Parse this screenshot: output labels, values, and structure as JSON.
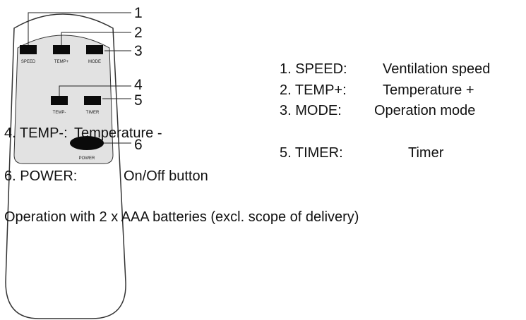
{
  "remote": {
    "buttons": [
      {
        "id": "speed",
        "label": "SPEED"
      },
      {
        "id": "temp_plus",
        "label": "TEMP+"
      },
      {
        "id": "mode",
        "label": "MODE"
      },
      {
        "id": "temp_minus",
        "label": "TEMP-"
      },
      {
        "id": "timer",
        "label": "TIMER"
      },
      {
        "id": "power",
        "label": "POWER"
      }
    ]
  },
  "callouts": [
    "1",
    "2",
    "3",
    "4",
    "5",
    "6"
  ],
  "legend": {
    "item1": {
      "key": "1. SPEED:",
      "desc": "Ventilation speed"
    },
    "item2": {
      "key": "2. TEMP+:",
      "desc": "Temperature +"
    },
    "item3": {
      "key": "3. MODE:",
      "desc": "Operation mode"
    },
    "item4": {
      "key": "4. TEMP-:",
      "desc": "Temperature -"
    },
    "item5": {
      "key": "5. TIMER:",
      "desc": "Timer"
    },
    "item6": {
      "key": "6. POWER:",
      "desc": "On/Off button"
    }
  },
  "note": "Operation with 2 x AAA batteries (excl. scope of delivery)"
}
